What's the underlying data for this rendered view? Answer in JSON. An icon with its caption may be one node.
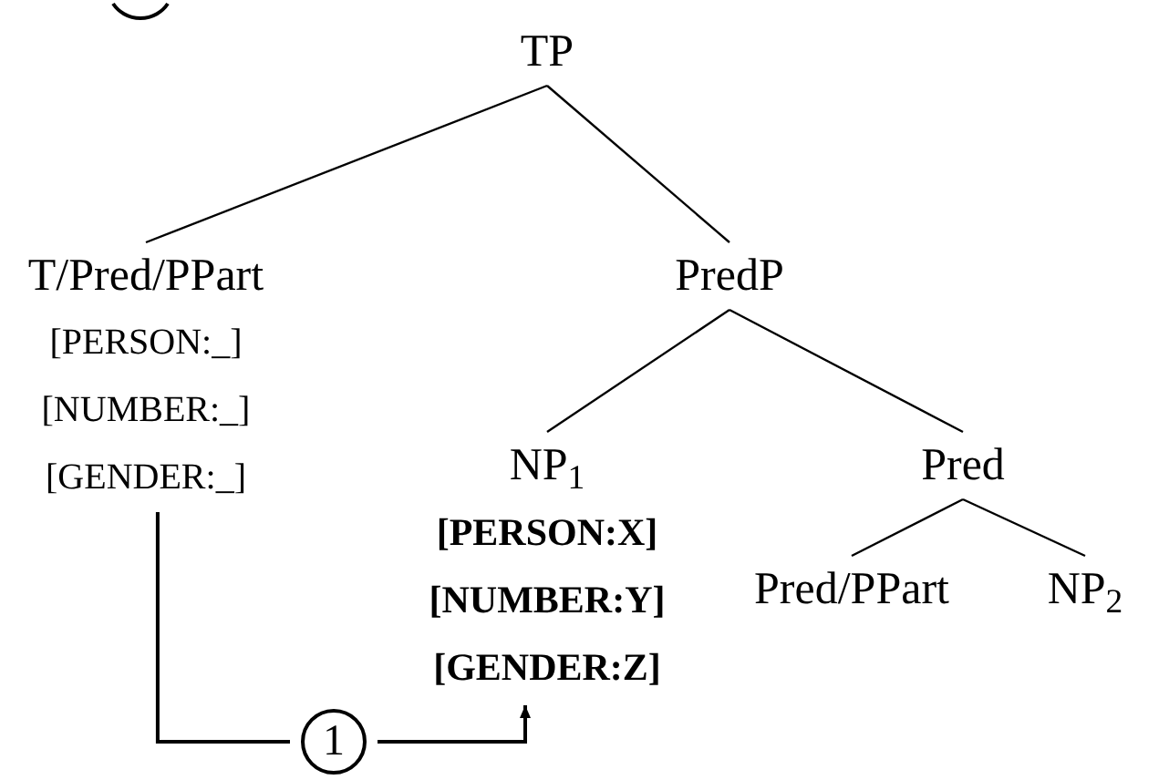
{
  "diagram": {
    "nodes": [
      {
        "text": [
          "TP"
        ]
      },
      {
        "text": [
          "T/Pred/PPart",
          "[PERSON:_]",
          "[NUMBER:_]",
          "[GENDER:_]"
        ]
      },
      {
        "text": [
          "PredP"
        ]
      },
      {
        "text": [
          "NP$_{1}$",
          "[PERSON:X]",
          "[NUMBER:Y]",
          "[GENDER:Z]"
        ]
      },
      {
        "text": [
          "Pred"
        ]
      },
      {
        "text": [
          "Pred/PPart"
        ]
      },
      {
        "text": [
          "NP$_{2}$"
        ]
      },
      {
        "text": [
          "1"
        ]
      }
    ],
    "edges": [
      {
        "from": 0,
        "to": 1,
        "arrow": "none"
      },
      {
        "from": 0,
        "to": 2,
        "arrow": "none"
      },
      {
        "from": 2,
        "to": 3,
        "arrow": "none"
      },
      {
        "from": 2,
        "to": 4,
        "arrow": "none"
      },
      {
        "from": 4,
        "to": 5,
        "arrow": "none"
      },
      {
        "from": 4,
        "to": 6,
        "arrow": "none"
      },
      {
        "from": 1,
        "to": 7,
        "arrow": "none"
      },
      {
        "from": 7,
        "to": 3,
        "arrow": "to"
      }
    ]
  }
}
